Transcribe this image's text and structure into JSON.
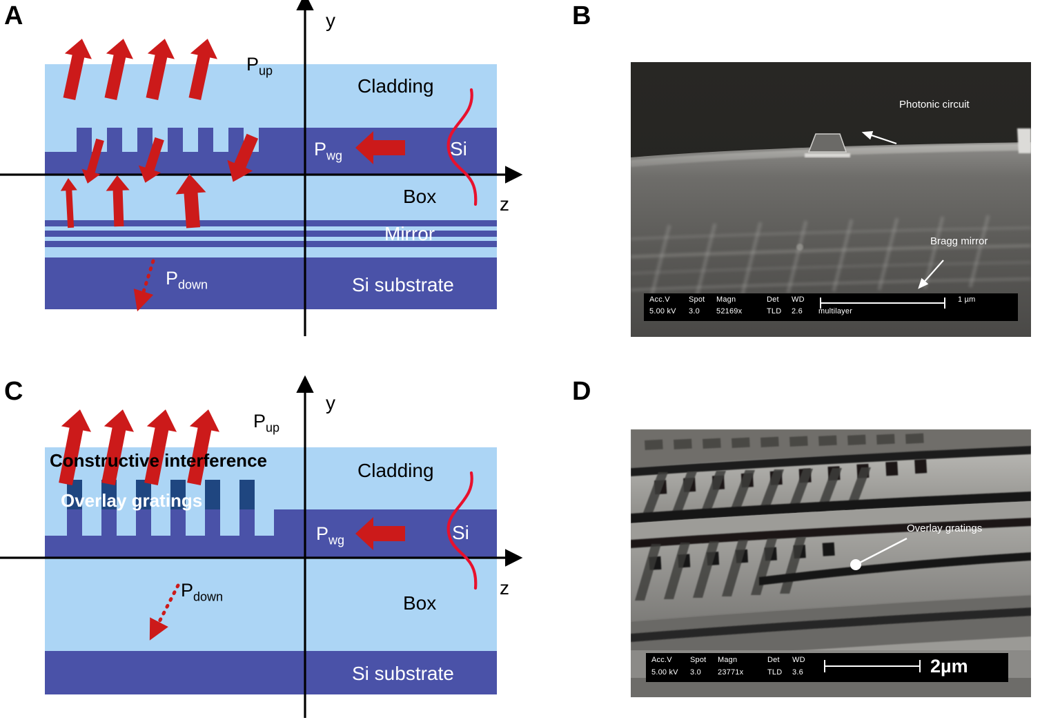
{
  "figure": {
    "panels": [
      {
        "id": "A",
        "label": "A"
      },
      {
        "id": "B",
        "label": "B"
      },
      {
        "id": "C",
        "label": "C"
      },
      {
        "id": "D",
        "label": "D"
      }
    ]
  },
  "panelA": {
    "letter": "A",
    "axis": {
      "y_label": "y",
      "z_label": "z"
    },
    "layers": [
      {
        "name": "Cladding",
        "label": "Cladding",
        "color": "#ACD5F5"
      },
      {
        "name": "Si",
        "label": "Si",
        "color": "#4A52A8"
      },
      {
        "name": "Box",
        "label": "Box",
        "color": "#ACD5F5"
      },
      {
        "name": "Mirror",
        "label": "Mirror",
        "color": "#4A52A8"
      },
      {
        "name": "Si substrate",
        "label": "Si substrate",
        "color": "#4A52A8"
      }
    ],
    "power_labels": {
      "up": {
        "base": "P",
        "sub": "up"
      },
      "wg": {
        "base": "P",
        "sub": "wg"
      },
      "down": {
        "base": "P",
        "sub": "down"
      }
    },
    "arrow_color": "#CC1A1A",
    "mode_curve_color": "#E8112D",
    "grating_teeth": 7,
    "mirror_stripes": 3
  },
  "panelB": {
    "letter": "B",
    "annotations": [
      {
        "name": "photonic-circuit",
        "label": "Photonic circuit"
      },
      {
        "name": "bragg-mirror",
        "label": "Bragg mirror"
      }
    ],
    "info_bar": {
      "headers": [
        "Acc.V",
        "Spot",
        "Magn",
        "Det",
        "WD"
      ],
      "values": [
        "5.00 kV",
        "3.0",
        "52169x",
        "TLD",
        "2.6"
      ],
      "sample": "multilayer",
      "scale": "1 µm"
    }
  },
  "panelC": {
    "letter": "C",
    "axis": {
      "y_label": "y",
      "z_label": "z"
    },
    "layers": [
      {
        "name": "Cladding",
        "label": "Cladding",
        "color": "#ACD5F5"
      },
      {
        "name": "Si",
        "label": "Si",
        "color": "#4A52A8"
      },
      {
        "name": "Box",
        "label": "Box",
        "color": "#ACD5F5"
      },
      {
        "name": "Si substrate",
        "label": "Si substrate",
        "color": "#4A52A8"
      }
    ],
    "callouts": [
      {
        "name": "constructive-interference",
        "label": "Constructive interference",
        "color": "#000000"
      },
      {
        "name": "overlay-gratings",
        "label": "Overlay gratings",
        "color": "#FFFFFF"
      }
    ],
    "power_labels": {
      "up": {
        "base": "P",
        "sub": "up"
      },
      "wg": {
        "base": "P",
        "sub": "wg"
      },
      "down": {
        "base": "P",
        "sub": "down"
      }
    },
    "arrow_color": "#CC1A1A",
    "overlay_color": "#1F4680",
    "grating_teeth": 7
  },
  "panelD": {
    "letter": "D",
    "annotations": [
      {
        "name": "overlay-gratings",
        "label": "Overlay gratings"
      }
    ],
    "info_bar": {
      "headers": [
        "Acc.V",
        "Spot",
        "Magn",
        "Det",
        "WD"
      ],
      "values": [
        "5.00 kV",
        "3.0",
        "23771x",
        "TLD",
        "3.6"
      ],
      "scale": "2µm"
    }
  }
}
